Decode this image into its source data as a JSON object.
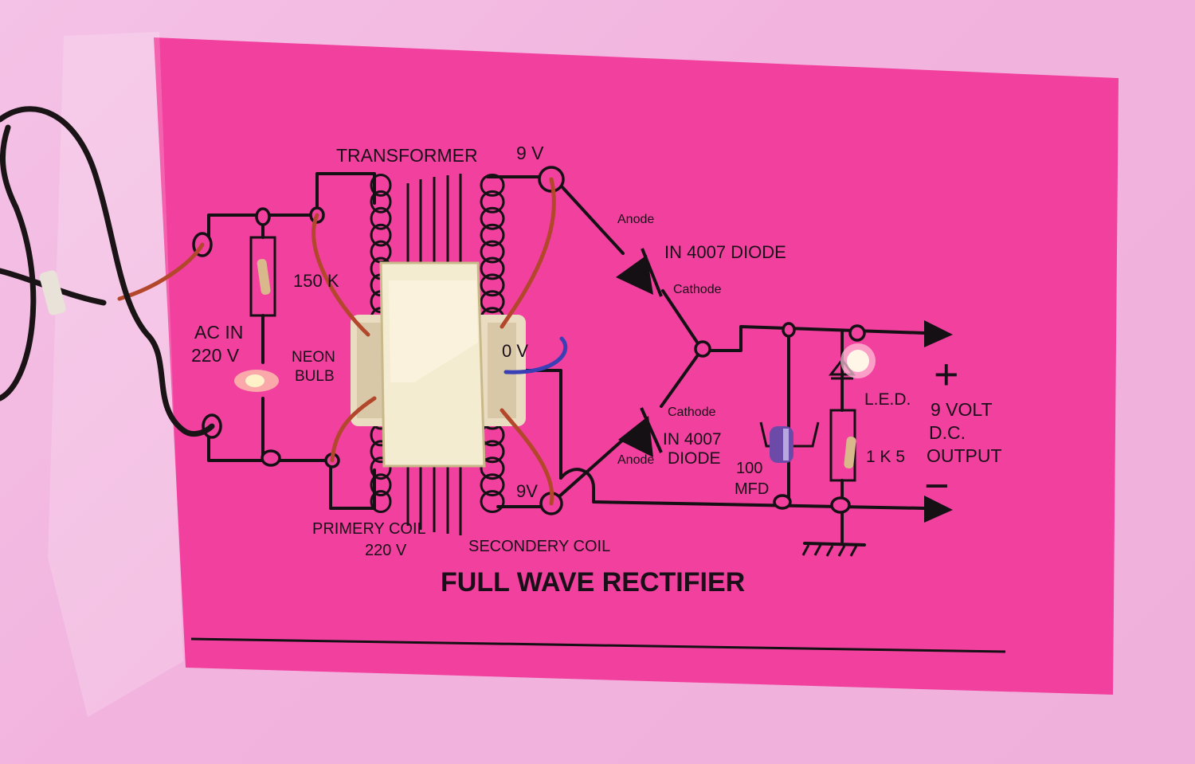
{
  "title": "FULL WAVE RECTIFIER",
  "labels": {
    "transformer": "TRANSFORMER",
    "sec_top_voltage": "9 V",
    "sec_center_voltage": "0 V",
    "sec_bottom_voltage": "9V",
    "ac_in": "AC IN",
    "ac_voltage": "220 V",
    "resistor_150k": "150 K",
    "neon": "NEON",
    "bulb": "BULB",
    "primary_coil": "PRIMERY COIL",
    "primary_voltage": "220 V",
    "secondary_coil": "SECONDERY COIL",
    "anode_top": "Anode",
    "diode_top": "IN 4007 DIODE",
    "cathode_top": "Cathode",
    "cathode_bottom": "Cathode",
    "diode_bottom_1": "IN 4007",
    "diode_bottom_2": "DIODE",
    "anode_bottom": "Anode",
    "cap_value": "100",
    "cap_unit": "MFD",
    "led": "L.E.D.",
    "resistor_1k5": "1 K 5",
    "out_1": "9 VOLT",
    "out_2": "D.C.",
    "out_3": "OUTPUT",
    "plus": "+",
    "minus": "−"
  },
  "colors": {
    "paper": "#f2409e",
    "background": "#f2b3de",
    "ink": "#141014",
    "copper_wire": "#b3472c",
    "blue_wire": "#3a3fb5",
    "transformer_core": "#f0ead0",
    "capacitor": "#6b4aa8",
    "led_glow": "#fff6e8"
  }
}
